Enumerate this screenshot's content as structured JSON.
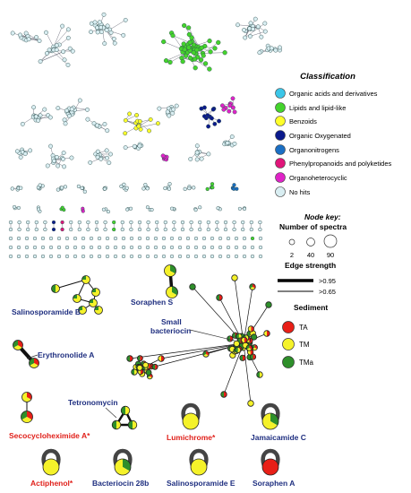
{
  "legend": {
    "classification_title": "Classification",
    "classes": [
      {
        "label": "Organic acids and derivatives",
        "color": "#3cc6e8"
      },
      {
        "label": "Lipids and lipid-like",
        "color": "#44d42c"
      },
      {
        "label": "Benzoids",
        "color": "#ffff2a"
      },
      {
        "label": "Organic Oxygenated",
        "color": "#0b1a8c"
      },
      {
        "label": "Organonitrogens",
        "color": "#1a6fc4"
      },
      {
        "label": "Phenylpropanoids and polyketides",
        "color": "#e0157a"
      },
      {
        "label": "Organoheterocyclic",
        "color": "#e023c8"
      },
      {
        "label": "No hits",
        "color": "#d9eef2"
      }
    ],
    "node_key_title": "Node key:",
    "spectra_title": "Number of spectra",
    "sizes": [
      "2",
      "40",
      "90"
    ],
    "edge_title": "Edge strength",
    "edges": [
      ">0.95",
      ">0.65"
    ],
    "sediment_title": "Sediment",
    "sediments": [
      {
        "label": "TA",
        "color": "#e81f17"
      },
      {
        "label": "TM",
        "color": "#f5f22a"
      },
      {
        "label": "TMa",
        "color": "#2e8f2a"
      }
    ]
  },
  "compounds": {
    "salinosporamide_b": "Salinosporamide B",
    "soraphen_s": "Soraphen S",
    "small_bacteriocin_1": "Small",
    "small_bacteriocin_2": "bacteriocin",
    "erythronolide_a": "Erythronolide A",
    "tetronomycin": "Tetronomycin",
    "secocycloheximide_a": "Secocycloheximide A*",
    "lumichrome": "Lumichrome*",
    "jamaicamide_c": "Jamaicamide C",
    "actiphenol": "Actiphenol*",
    "bacteriocin_28b": "Bacteriocin 28b",
    "salinosporamide_e": "Salinosporamide E",
    "soraphen_a": "Soraphen A"
  },
  "colors": {
    "blue_label": "#1f2f80",
    "red_label": "#e0201a",
    "node_edge": "#2f4f4f",
    "no_hit": "#d9eef2",
    "ta": "#e81f17",
    "tm": "#f5f22a",
    "tma": "#2e8f2a"
  }
}
